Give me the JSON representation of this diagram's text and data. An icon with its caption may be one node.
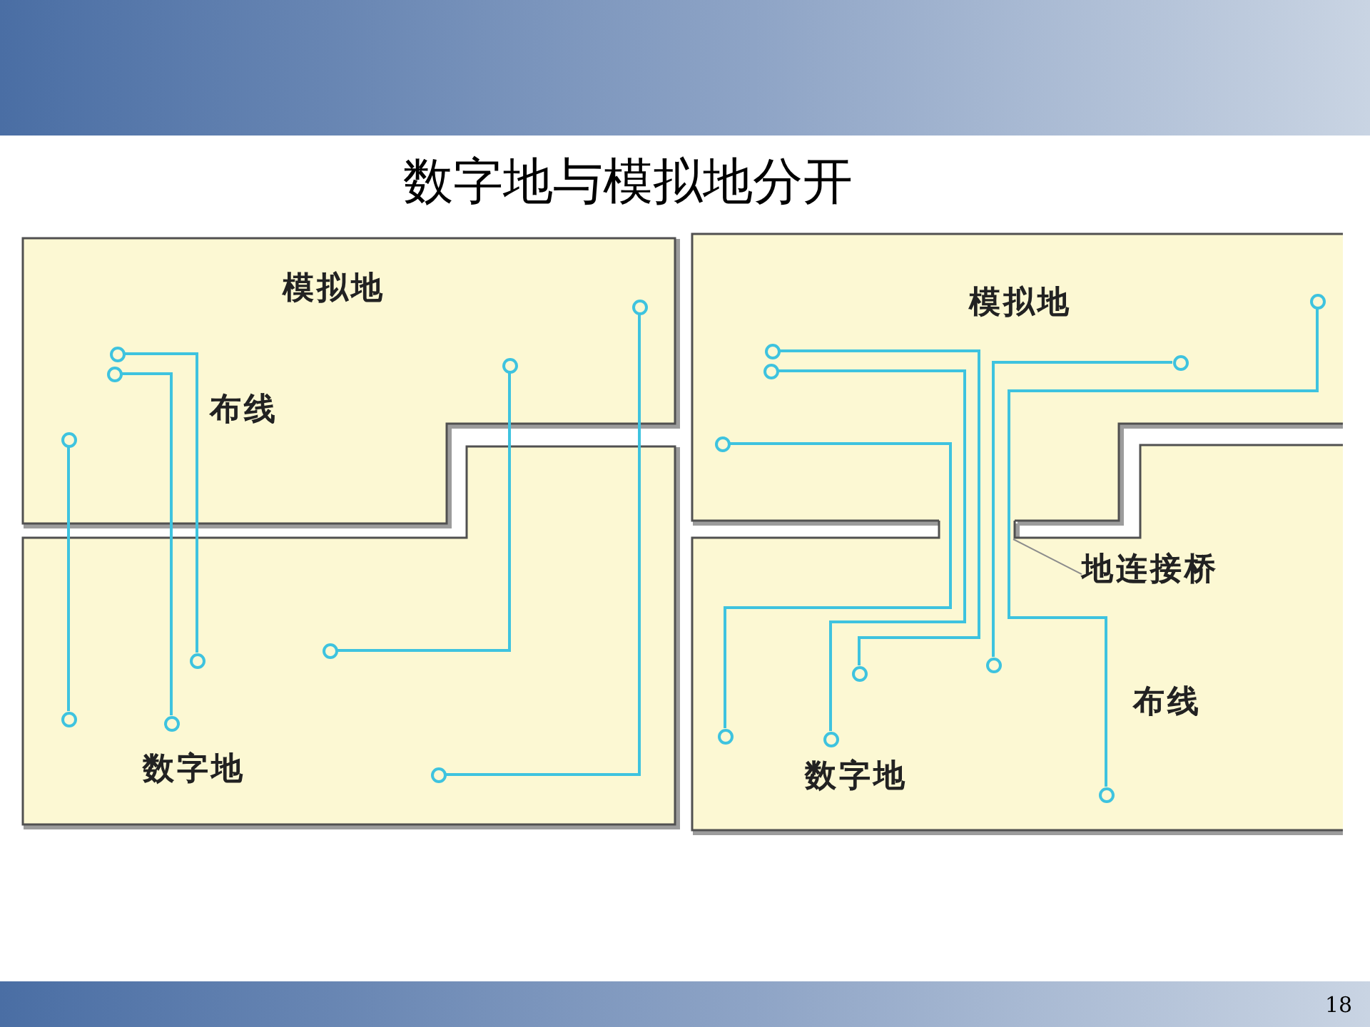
{
  "diagram": {
    "title": "数字地与模拟地分开",
    "nodes": [
      {
        "text": [
          "模拟地"
        ]
      },
      {
        "text": [
          "数字地"
        ]
      },
      {
        "text": [
          "模拟地"
        ]
      },
      {
        "text": [
          "数字地"
        ]
      },
      {
        "text": [
          "地连接桥"
        ],
        "in": 3
      },
      {
        "text": [],
        "shape": "circle",
        "in": 0
      },
      {
        "text": [],
        "shape": "circle",
        "in": 1
      },
      {
        "text": [],
        "shape": "circle",
        "in": 0
      },
      {
        "text": [],
        "shape": "circle",
        "in": 1
      },
      {
        "text": [],
        "shape": "circle",
        "in": 0
      },
      {
        "text": [],
        "shape": "circle",
        "in": 1
      },
      {
        "text": [],
        "shape": "circle",
        "in": 0
      },
      {
        "text": [],
        "shape": "circle",
        "in": 1
      },
      {
        "text": [],
        "shape": "circle",
        "in": 0
      },
      {
        "text": [],
        "shape": "circle",
        "in": 1
      },
      {
        "text": [],
        "shape": "circle",
        "in": 2
      },
      {
        "text": [],
        "shape": "circle",
        "in": 3
      },
      {
        "text": [],
        "shape": "circle",
        "in": 2
      },
      {
        "text": [],
        "shape": "circle",
        "in": 3
      },
      {
        "text": [],
        "shape": "circle",
        "in": 2
      },
      {
        "text": [],
        "shape": "circle",
        "in": 3
      },
      {
        "text": [],
        "shape": "circle",
        "in": 2
      },
      {
        "text": [],
        "shape": "circle",
        "in": 3
      },
      {
        "text": [],
        "shape": "circle",
        "in": 2
      },
      {
        "text": [],
        "shape": "circle",
        "in": 3
      }
    ],
    "edges": [
      {
        "from": 4,
        "to": null,
        "arrow": "none",
        "color": "#8c8c8c"
      },
      {
        "from": 5,
        "to": 6,
        "arrow": "none"
      },
      {
        "from": 7,
        "to": 8,
        "arrow": "none"
      },
      {
        "from": 9,
        "to": 10,
        "arrow": "none"
      },
      {
        "from": 11,
        "to": 12,
        "arrow": "none"
      },
      {
        "from": 13,
        "to": 14,
        "arrow": "none"
      },
      {
        "from": 15,
        "to": 16,
        "arrow": "none"
      },
      {
        "from": 17,
        "to": 18,
        "arrow": "none"
      },
      {
        "from": 19,
        "to": 20,
        "arrow": "none"
      },
      {
        "from": 21,
        "to": 22,
        "arrow": "none"
      },
      {
        "from": 23,
        "to": 24,
        "arrow": "none"
      }
    ],
    "labels": [
      "布线",
      "布线",
      "18"
    ]
  }
}
